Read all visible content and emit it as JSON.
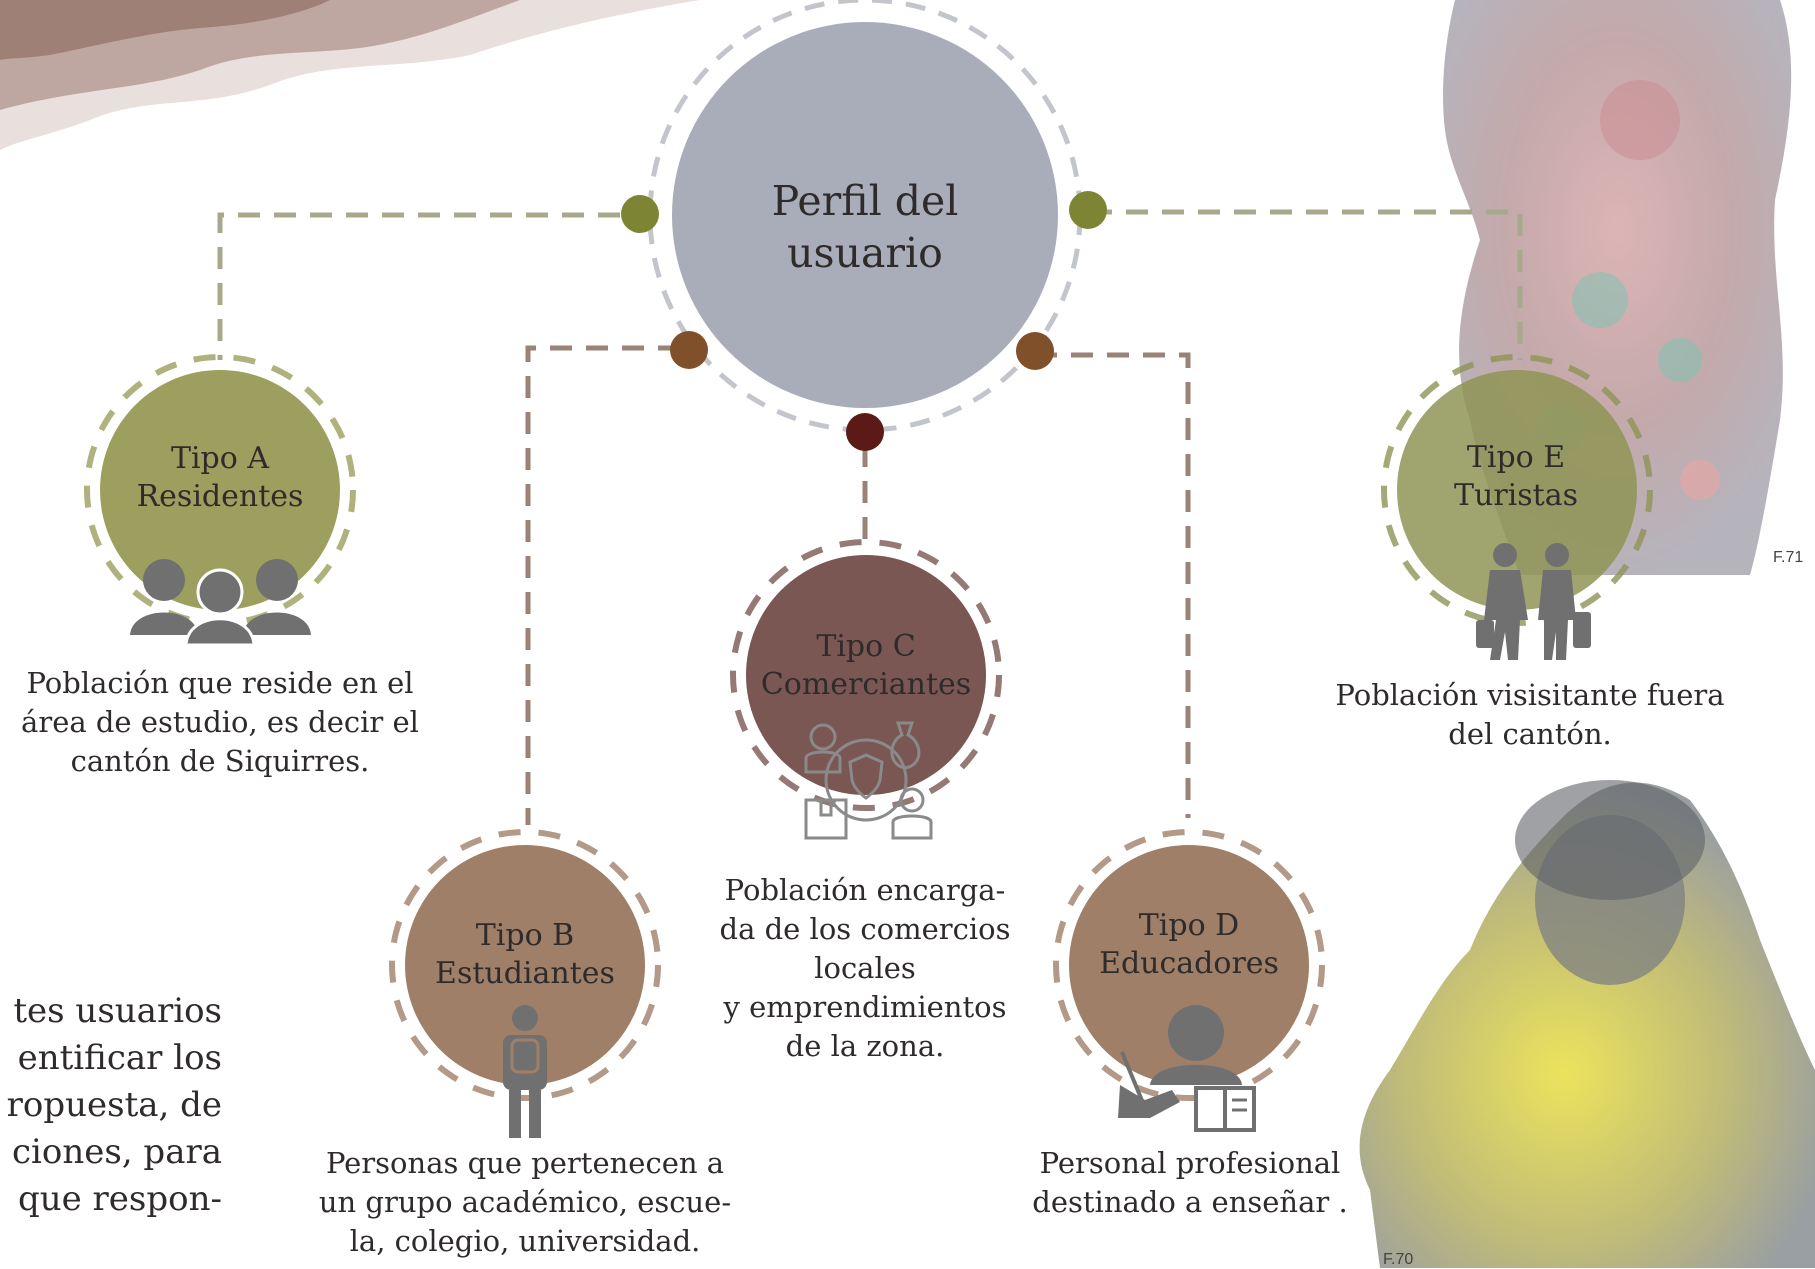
{
  "center": {
    "title": "Perfil del usuario"
  },
  "types": [
    {
      "id": "a",
      "title": "Tipo A",
      "subtitle": "Residentes",
      "color": "#9c9f5e",
      "description": [
        "Población que reside en el",
        "área de estudio, es decir el",
        "cantón de Siquirres."
      ],
      "icon": "group-icon"
    },
    {
      "id": "b",
      "title": "Tipo B",
      "subtitle": "Estudiantes",
      "color": "#a07f69",
      "description": [
        "Personas que pertenecen a",
        "un grupo académico, escue-",
        "la, colegio, universidad."
      ],
      "icon": "student-backpack-icon"
    },
    {
      "id": "c",
      "title": "Tipo C",
      "subtitle": "Comerciantes",
      "color": "#7a5753",
      "description": [
        "Población encarga-",
        "da de los comercios",
        "locales",
        "y emprendimientos",
        "de la zona."
      ],
      "icon": "commerce-icon"
    },
    {
      "id": "d",
      "title": "Tipo D",
      "subtitle": "Educadores",
      "color": "#a07f69",
      "description": [
        "Personal profesional",
        "destinado a enseñar ."
      ],
      "icon": "teacher-icon"
    },
    {
      "id": "e",
      "title": "Tipo E",
      "subtitle": "Turistas",
      "color": "#8f9455",
      "description": [
        "Población visisitante fuera",
        "del cantón."
      ],
      "icon": "tourists-icon"
    }
  ],
  "figure_labels": {
    "top": "F.71",
    "bottom": "F.70"
  },
  "side_text": [
    "tes usuarios",
    "entificar los",
    "ropuesta, de",
    "ciones, para",
    "que respon-"
  ],
  "colors": {
    "center": "#a9adb9",
    "olive_dot": "#7d8433",
    "brown_dot": "#80502b",
    "dark_dot": "#5b1a16",
    "olive_line": "#a8a88c",
    "brown_line": "#9a8276",
    "gray_ring": "#c3c5cc"
  }
}
